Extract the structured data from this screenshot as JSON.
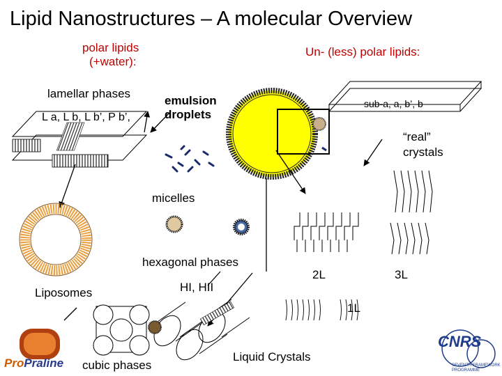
{
  "title": "Lipid Nanostructures – A molecular Overview",
  "labels": {
    "polar_lipids_1": "polar lipids",
    "polar_lipids_2": "(+water):",
    "unpolar_lipids": "Un- (less) polar lipids:",
    "lamellar": "lamellar phases",
    "lamellar_phases_symbols": "L a, L b, L b’, P b’,",
    "emulsion_1": "emulsion",
    "emulsion_2": "droplets",
    "sub": "sub-a, a, b’, b",
    "real_1": "“real”",
    "real_2": "crystals",
    "micelles": "micelles",
    "hexagonal": "hexagonal phases",
    "hex_types": "HI, HII",
    "liposomes": "Liposomes",
    "cubic": "cubic phases",
    "liquid_crystals": "Liquid Crystals",
    "two_l": "2L",
    "three_l": "3L",
    "one_l": "1L"
  },
  "logos": {
    "left_a": "Pro",
    "left_b": "Praline",
    "right": "CNRS",
    "right_sub": "SEVENTH FRAMEWORK PROGRAMME"
  },
  "colors": {
    "title": "#000000",
    "subtitle_red": "#c00000",
    "droplet_fill": "#ffff00",
    "liposome_orange": "#e8a040",
    "lipid_dark": "#1a1a1a",
    "brand_blue": "#1e3a8a"
  }
}
